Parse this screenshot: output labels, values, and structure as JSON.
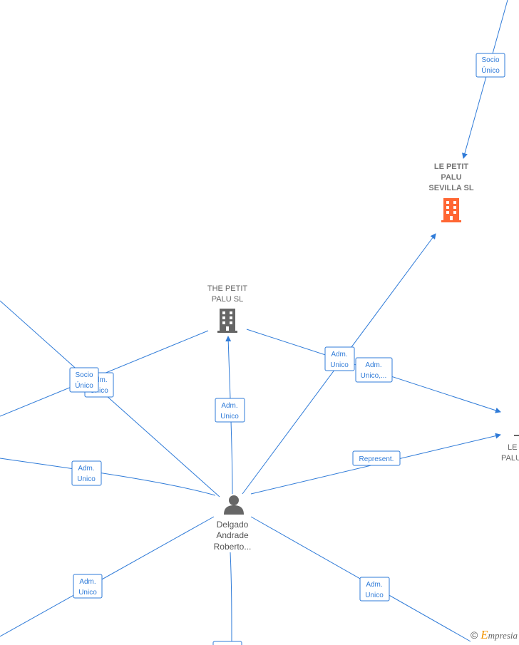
{
  "nodes": {
    "le_petit_palu_sevilla": {
      "lines": [
        "LE PETIT",
        "PALU",
        "SEVILLA  SL"
      ],
      "icon": "building-icon",
      "color": "#ff6633"
    },
    "the_petit_palu": {
      "lines": [
        "THE PETIT",
        "PALU  SL"
      ],
      "icon": "building-icon",
      "color": "#666666"
    },
    "le_palu_partial": {
      "lines": [
        "LE",
        "PALU"
      ],
      "icon": "building-icon",
      "color": "#666666"
    },
    "person": {
      "lines": [
        "Delgado",
        "Andrade",
        "Roberto..."
      ],
      "icon": "person-icon",
      "color": "#666666"
    }
  },
  "edge_labels": {
    "socio_unico_top": [
      "Socio",
      "Único"
    ],
    "adm_unico_center": [
      "Adm.",
      "Unico"
    ],
    "adm_unico_right": [
      "Adm.",
      "Unico"
    ],
    "adm_unico_dots": [
      "Adm.",
      "Unico,..."
    ],
    "represent": [
      "Represent."
    ],
    "adm_unico_left_back": [
      "Adm.",
      "Unico"
    ],
    "socio_unico_left": [
      "Socio",
      "Único"
    ],
    "adm_unico_left": [
      "Adm.",
      "Unico"
    ],
    "adm_unico_bottom_left": [
      "Adm.",
      "Unico"
    ],
    "adm_unico_bottom_right": [
      "Adm.",
      "Unico"
    ]
  },
  "footer": {
    "copyright_symbol": "©",
    "brand_first": "E",
    "brand_rest": "mpresia"
  }
}
